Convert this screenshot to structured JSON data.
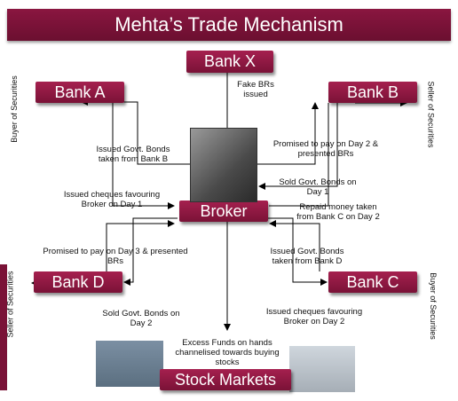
{
  "title": "Mehta’s Trade Mechanism",
  "nodes": {
    "bank_x": "Bank X",
    "bank_a": "Bank A",
    "bank_b": "Bank B",
    "broker": "Broker",
    "bank_d": "Bank D",
    "bank_c": "Bank C",
    "stock_markets": "Stock Markets"
  },
  "side_labels": {
    "left_top": "Buyer of Securities",
    "left_bottom": "Seller of Securities",
    "right_top": "Seller of Securities",
    "right_bottom": "Buyer of Securities"
  },
  "edge_labels": {
    "x_to_broker": [
      "Fake BRs",
      "issued"
    ],
    "a_bonds": [
      "Issued Govt. Bonds",
      "taken from Bank B"
    ],
    "a_cheques": [
      "Issued cheques favouring",
      "Broker on Day 1"
    ],
    "b_promise": [
      "Promised to pay on Day 2 &",
      "presented BRs"
    ],
    "b_sold": [
      "Sold Govt. Bonds on",
      "Day 1"
    ],
    "b_repaid": [
      "Repaid money taken",
      "from Bank C on Day 2"
    ],
    "d_promise": [
      "Promised to pay on Day 3 & presented",
      "BRs"
    ],
    "d_sold": [
      "Sold Govt. Bonds on",
      "Day 2"
    ],
    "c_bonds": [
      "Issued Govt. Bonds",
      "taken from Bank D"
    ],
    "c_cheques": [
      "Issued cheques favouring",
      "Broker on Day 2"
    ],
    "excess": [
      "Excess Funds on hands",
      "channelised towards buying",
      "stocks"
    ]
  },
  "colors": {
    "box": "#8a1640",
    "text_on_box": "#ffffff",
    "line": "#000000"
  },
  "icons": [
    "person-photo",
    "building-photo",
    "bse-tower-photo"
  ]
}
